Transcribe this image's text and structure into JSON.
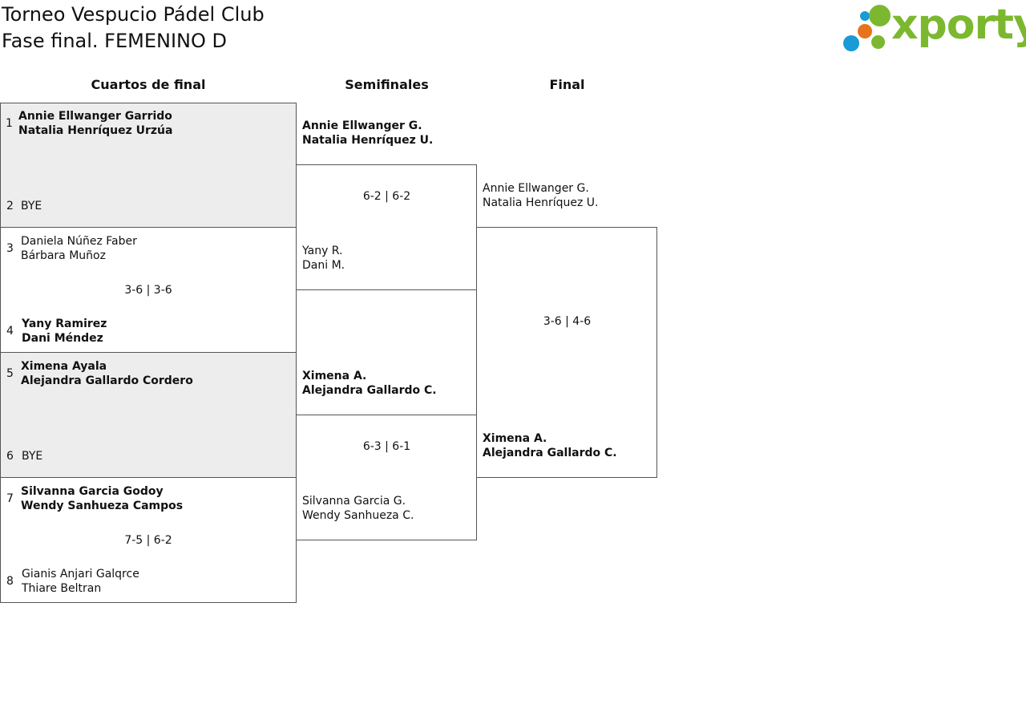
{
  "header": {
    "title": "Torneo Vespucio Pádel Club",
    "subtitle": "Fase final. FEMENINO D",
    "logo_text": "xporty"
  },
  "rounds": {
    "quarterfinals": "Cuartos de final",
    "semifinals": "Semifinales",
    "final": "Final"
  },
  "qf": {
    "seeds": [
      "1",
      "2",
      "3",
      "4",
      "5",
      "6",
      "7",
      "8"
    ],
    "m1": {
      "p1": [
        "Annie Ellwanger Garrido",
        "Natalia Henríquez Urzúa"
      ],
      "p2": "BYE"
    },
    "m2": {
      "p1": [
        "Daniela Núñez Faber",
        "Bárbara Muñoz"
      ],
      "score": "3-6 | 3-6",
      "p2": [
        "Yany Ramirez",
        "Dani Méndez"
      ]
    },
    "m3": {
      "p1": [
        "Ximena Ayala",
        "Alejandra Gallardo Cordero"
      ],
      "p2": "BYE"
    },
    "m4": {
      "p1": [
        "Silvanna Garcia Godoy",
        "Wendy Sanhueza Campos"
      ],
      "score": "7-5 | 6-2",
      "p2": [
        "Gianis Anjari Galqrce",
        "Thiare Beltran"
      ]
    }
  },
  "sf": {
    "m1": {
      "p1": [
        "Annie Ellwanger G.",
        "Natalia Henríquez U."
      ],
      "score": "6-2 | 6-2",
      "p2": [
        "Yany R.",
        "Dani M."
      ]
    },
    "m2": {
      "p1": [
        "Ximena A.",
        "Alejandra Gallardo C."
      ],
      "score": "6-3 | 6-1",
      "p2": [
        "Silvanna Garcia G.",
        "Wendy Sanhueza C."
      ]
    }
  },
  "final": {
    "p1": [
      "Annie Ellwanger G.",
      "Natalia Henríquez U."
    ],
    "score": "3-6 | 4-6",
    "p2": [
      "Ximena A.",
      "Alejandra Gallardo C."
    ]
  },
  "colors": {
    "bye_background": "#ededed",
    "logo_green": "#7cb82f",
    "logo_blue": "#1a9ad6",
    "logo_orange": "#e8731c"
  }
}
